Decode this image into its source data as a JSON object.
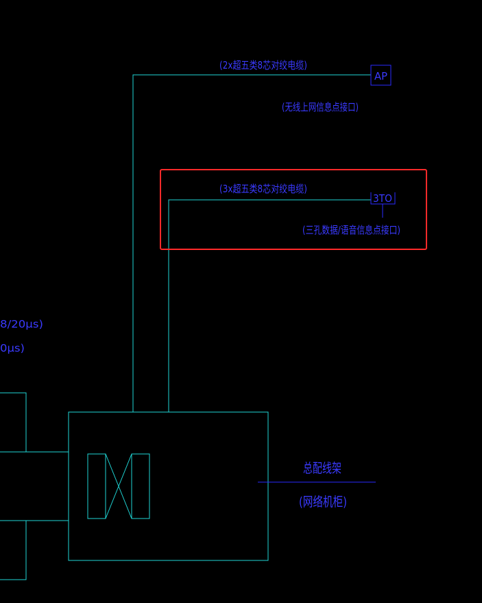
{
  "cable_ap": {
    "label": "(2x超五类8芯对绞电缆)"
  },
  "ap_outlet": {
    "box_label": "AP",
    "description": "(无线上网信息点接口)"
  },
  "cable_3to": {
    "label": "(3x超五类8芯对绞电缆)"
  },
  "outlet_3to": {
    "box_label": "3TO",
    "description": "(三孔数据/语音信息点接口)"
  },
  "side_notes": {
    "line1": "8/20μs)",
    "line2": "0μs)"
  },
  "distribution_frame": {
    "title": "总配线架",
    "subtitle": "(网络机柜)"
  },
  "colors": {
    "wire": "#1fd6d6",
    "label": "#3a3aff",
    "highlight": "#ff2a2a",
    "background": "#000000"
  }
}
